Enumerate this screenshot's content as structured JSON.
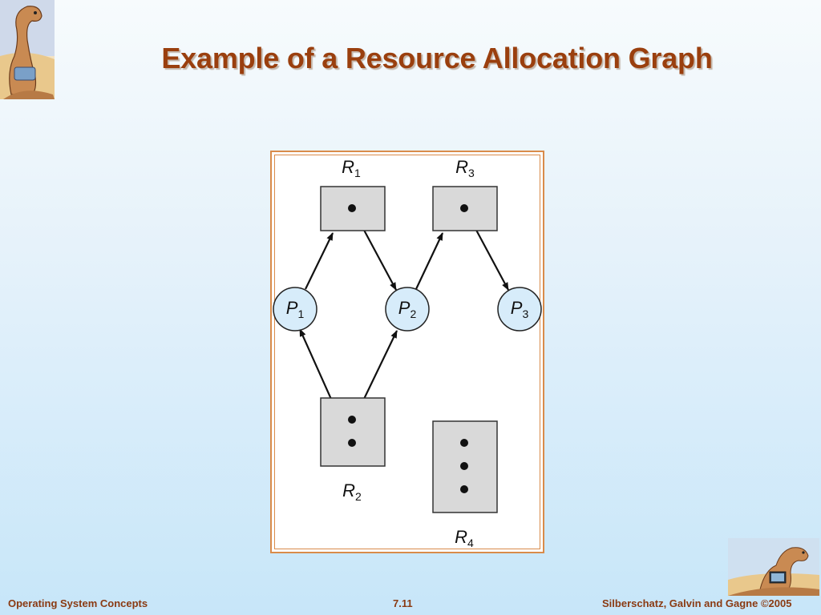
{
  "slide": {
    "title": "Example of a Resource Allocation Graph"
  },
  "diagram": {
    "resources": [
      {
        "id": "R1",
        "base": "R",
        "sub": "1",
        "instances": 1
      },
      {
        "id": "R2",
        "base": "R",
        "sub": "2",
        "instances": 2
      },
      {
        "id": "R3",
        "base": "R",
        "sub": "3",
        "instances": 1
      },
      {
        "id": "R4",
        "base": "R",
        "sub": "4",
        "instances": 3
      }
    ],
    "processes": [
      {
        "id": "P1",
        "base": "P",
        "sub": "1"
      },
      {
        "id": "P2",
        "base": "P",
        "sub": "2"
      },
      {
        "id": "P3",
        "base": "P",
        "sub": "3"
      }
    ],
    "edges": [
      {
        "from": "P1",
        "to": "R1",
        "kind": "request"
      },
      {
        "from": "R1",
        "to": "P2",
        "kind": "assignment"
      },
      {
        "from": "P2",
        "to": "R3",
        "kind": "request"
      },
      {
        "from": "R3",
        "to": "P3",
        "kind": "assignment"
      },
      {
        "from": "R2",
        "to": "P1",
        "kind": "assignment"
      },
      {
        "from": "R2",
        "to": "P2",
        "kind": "assignment"
      }
    ],
    "colors": {
      "process_fill": "#d7ecfa",
      "process_stroke": "#222222",
      "resource_fill": "#d9d9d9",
      "resource_stroke": "#333333",
      "frame_border": "#d98b4a"
    }
  },
  "footer": {
    "left": "Operating System Concepts",
    "page": "7.11",
    "right": "Silberschatz, Galvin and Gagne ©2005"
  },
  "decorations": {
    "top_left_logo": "dinosaur-logo",
    "bottom_right_logo": "dinosaur-laptop-logo"
  }
}
